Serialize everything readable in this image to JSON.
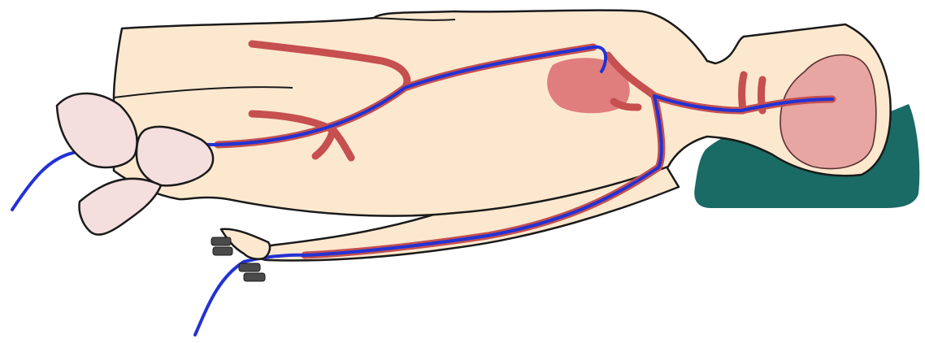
{
  "figure": {
    "kind": "medical-illustration",
    "colors": {
      "skin": "#fbe8cf",
      "hand_skin": "#f4dede",
      "outline": "#1a1a1a",
      "artery_fill": "#ec7f7f",
      "artery_stroke": "#c64f4f",
      "heart": "#e07d7d",
      "brain": "#e7a6a2",
      "catheter": "#2332d4",
      "pillow": "#1a6a65",
      "background": "#ffffff"
    },
    "icons": [
      "patient-body",
      "heart",
      "brain",
      "pillow",
      "operator-hands",
      "catheter",
      "patient-hand"
    ]
  }
}
